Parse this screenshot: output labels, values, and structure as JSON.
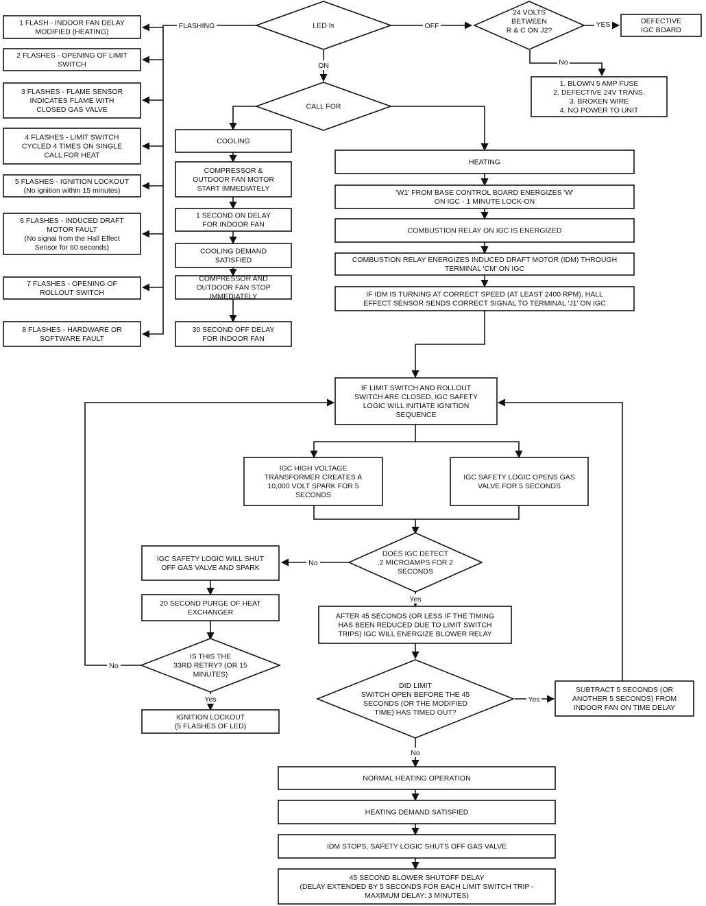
{
  "fault_codes": [
    [
      "1 FLASH - INDOOR FAN DELAY",
      "MODIFIED  (HEATING)"
    ],
    [
      "2 FLASHES - OPENING OF LIMIT",
      "SWITCH"
    ],
    [
      "3 FLASHES - FLAME SENSOR",
      "INDICATES FLAME WITH",
      "CLOSED GAS VALVE"
    ],
    [
      "4 FLASHES - LIMIT SWITCH",
      "CYCLED 4 TIMES ON SINGLE",
      "CALL FOR HEAT"
    ],
    [
      "5 FLASHES - IGNITION LOCKOUT",
      "(No ignition within 15 minutes)"
    ],
    [
      "6 FLASHES - INDUCED DRAFT",
      "MOTOR FAULT",
      "(No signal from the Hall Effect",
      "Sensor for 60 seconds)"
    ],
    [
      "7 FLASHES - OPENING OF",
      "ROLLOUT SWITCH"
    ],
    [
      "8 FLASHES - HARDWARE OR",
      "SOFTWARE FAULT"
    ]
  ],
  "top": {
    "led_is": [
      "LED Is"
    ],
    "flashing": "FLASHING",
    "off": "OFF",
    "on": "ON",
    "check_24v": [
      "24 VOLTS",
      "BETWEEN",
      "R & C ON J2?"
    ],
    "yes_upper": "YES",
    "defective_igc": [
      "DEFECTIVE",
      "IGC BOARD"
    ],
    "no_label": "No",
    "causes": [
      "1.  BLOWN 5 AMP FUSE",
      "2.  DEFECTIVE 24V TRANS.",
      "3.   BROKEN WIRE",
      "4. NO POWER TO UNIT"
    ],
    "call_for": [
      "CALL FOR"
    ]
  },
  "cooling": [
    [
      "COOLING"
    ],
    [
      "COMPRESSOR  &",
      "OUTDOOR FAN MOTOR",
      "START  IMMEDIATELY"
    ],
    [
      "1 SECOND ON DELAY",
      "FOR INDOOR FAN"
    ],
    [
      "COOLING  DEMAND",
      "SATISFIED"
    ],
    [
      "COMPRESSOR  AND",
      "OUTDOOR FAN STOP",
      "IMMEDIATELY"
    ],
    [
      "30 SECOND OFF DELAY",
      "FOR INDOOR FAN"
    ]
  ],
  "heating": [
    [
      "HEATING"
    ],
    [
      "'W1'  FROM BASE CONTROL BOARD ENERGIZES 'W'",
      "ON IGC - 1 MINUTE LOCK-ON"
    ],
    [
      "COMBUSTION RELAY ON IGC IS ENERGIZED"
    ],
    [
      "COMBUSTION RELAY ENERGIZES INDUCED DRAFT MOTOR (IDM) THROUGH",
      "TERMINAL 'CM' ON IGC"
    ],
    [
      "IF IDM IS TURNING AT CORRECT SPEED (AT LEAST 2400 RPM), HALL",
      "EFFECT SENSOR SENDS CORRECT SIGNAL TO TERMINAL 'J1' ON IGC"
    ]
  ],
  "ignition": {
    "safety_logic": [
      "IF LIMIT SWITCH AND ROLLOUT",
      "SWITCH ARE CLOSED, IGC SAFETY",
      "LOGIC WILL INITIATE IGNITION",
      "SEQUENCE"
    ],
    "spark": [
      "IGC HIGH VOLTAGE",
      "TRANSFORMER CREATES A",
      "10,000 VOLT SPARK FOR 5",
      "SECONDS"
    ],
    "gas_valve": [
      "IGC SAFETY LOGIC OPENS GAS",
      "VALVE FOR 5 SECONDS"
    ],
    "detect": [
      "DOES IGC DETECT",
      ".2 MICROAMPS FOR 2",
      "SECONDS"
    ],
    "no1": "No",
    "yes1": "Yes",
    "shutoff": [
      "IGC SAFETY LOGIC WILL SHUT",
      "OFF GAS VALVE AND SPARK"
    ],
    "purge": [
      "20 SECOND PURGE OF HEAT",
      "EXCHANGER"
    ],
    "retry": [
      "IS THIS THE",
      "33RD RETRY? (OR 15",
      "MINUTES)"
    ],
    "no2": "No",
    "yes2": "Yes",
    "lockout": [
      "IGNITION LOCKOUT",
      "(5 FLASHES OF LED)"
    ],
    "after45": [
      "AFTER 45 SECONDS (OR LESS IF THE TIMING",
      "HAS BEEN REDUCED DUE TO LIMIT SWITCH",
      "TRIPS)  IGC WILL ENERGIZE BLOWER RELAY"
    ],
    "limit_open": [
      "DID LIMIT",
      "SWITCH OPEN BEFORE THE 45",
      "SECONDS (OR THE MODIFIED",
      "TIME) HAS TIMED OUT?"
    ],
    "yes3": "Yes",
    "no3": "No",
    "subtract": [
      "SUBTRACT 5 SECONDS (OR",
      "ANOTHER 5 SECONDS)  FROM",
      "INDOOR FAN ON TIME DELAY"
    ]
  },
  "final": [
    [
      "NORMAL  HEATING  OPERATION"
    ],
    [
      "HEATING  DEMAND  SATISFIED"
    ],
    [
      "IDM STOPS, SAFETY LOGIC SHUTS OFF GAS VALVE"
    ],
    [
      "45 SECOND BLOWER SHUTOFF DELAY",
      "(DELAY EXTENDED BY 5 SECONDS FOR EACH LIMIT SWITCH TRIP -",
      "MAXIMUM DELAY: 3 MINUTES)"
    ]
  ]
}
